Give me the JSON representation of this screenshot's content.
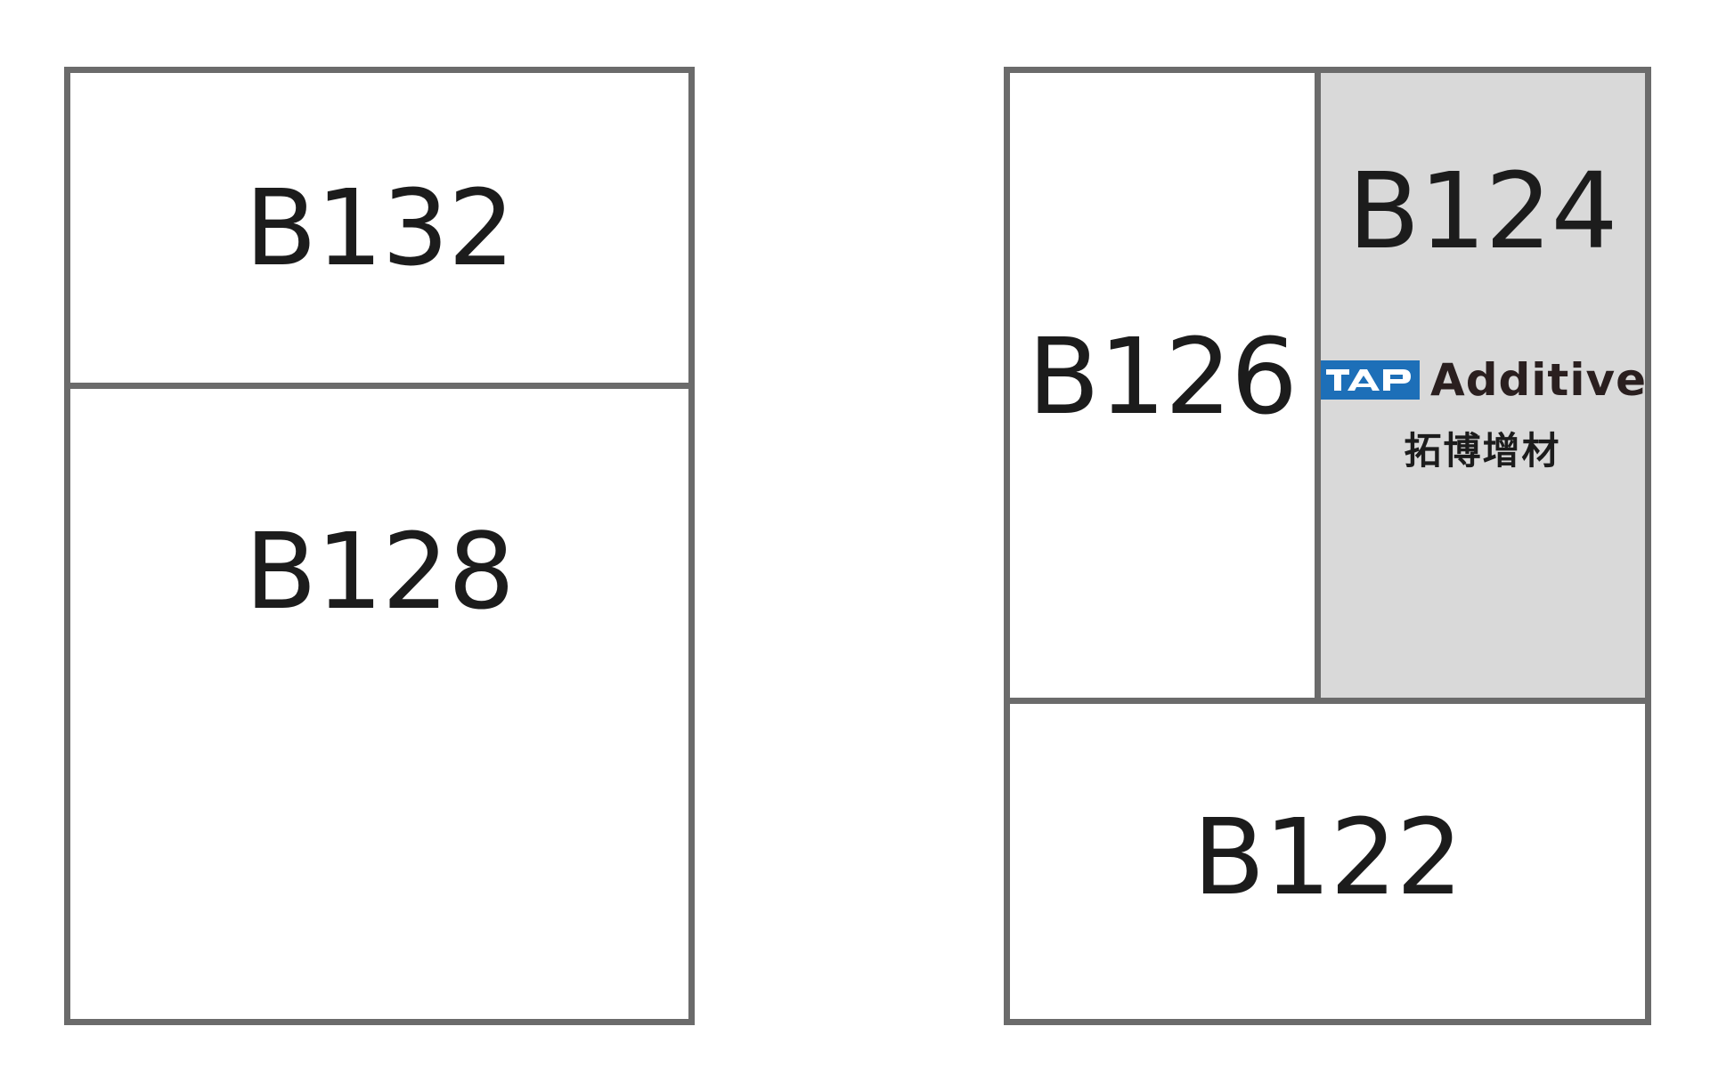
{
  "colors": {
    "wall": "#6b6b6b",
    "booth_text": "#1c1c1c",
    "highlight_fill": "#d9d9d9",
    "tap_blue": "#1d6fb8"
  },
  "left_block": {
    "booths": {
      "b132": "B132",
      "b128": "B128"
    }
  },
  "right_block": {
    "booths": {
      "b126": "B126",
      "b124": "B124",
      "b122": "B122"
    },
    "exhibitor": {
      "logo_mark": "TAP",
      "name": "Additive",
      "name_cn": "拓博增材",
      "logo_icon": "tap-logo-icon"
    }
  }
}
